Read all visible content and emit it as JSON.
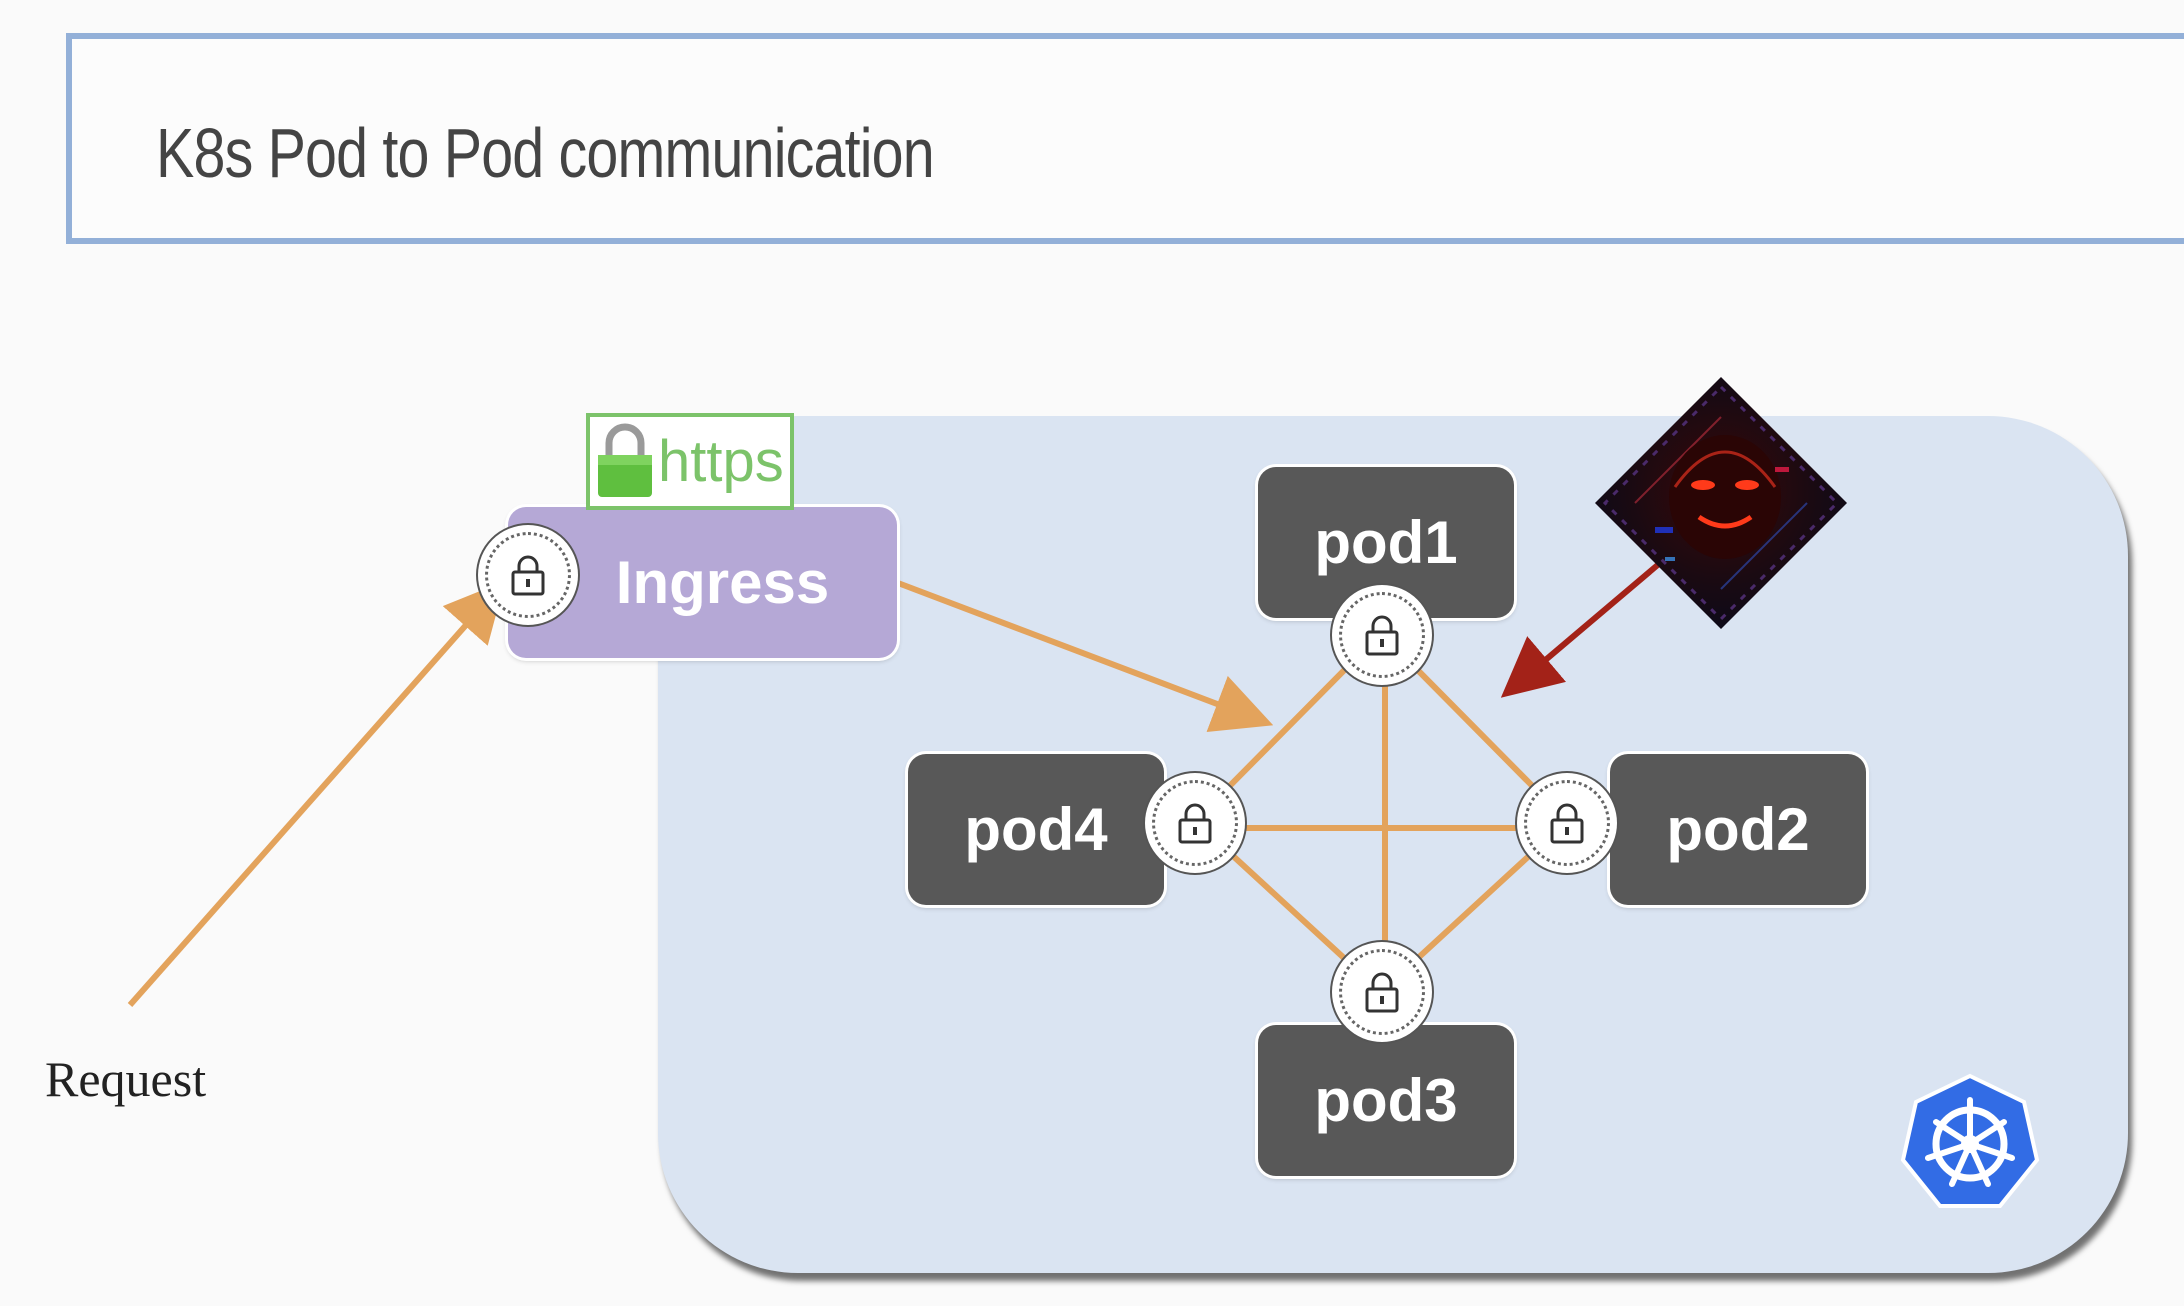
{
  "title": "K8s Pod to Pod communication",
  "ingress": {
    "label": "Ingress"
  },
  "https_badge": {
    "label": "https"
  },
  "pods": [
    "pod1",
    "pod2",
    "pod3",
    "pod4"
  ],
  "request_label": "Request",
  "colors": {
    "connection": "#e3a35c",
    "attacker_arrow": "#a32218",
    "pod": "#585858",
    "ingress": "#b5a8d6",
    "cluster": "#dae4f2",
    "title_border": "#93b0d8",
    "https": "#7cc36a",
    "kubernetes": "#326ce5"
  },
  "icons": [
    "lock-icon",
    "hacker-image",
    "kubernetes-logo"
  ]
}
